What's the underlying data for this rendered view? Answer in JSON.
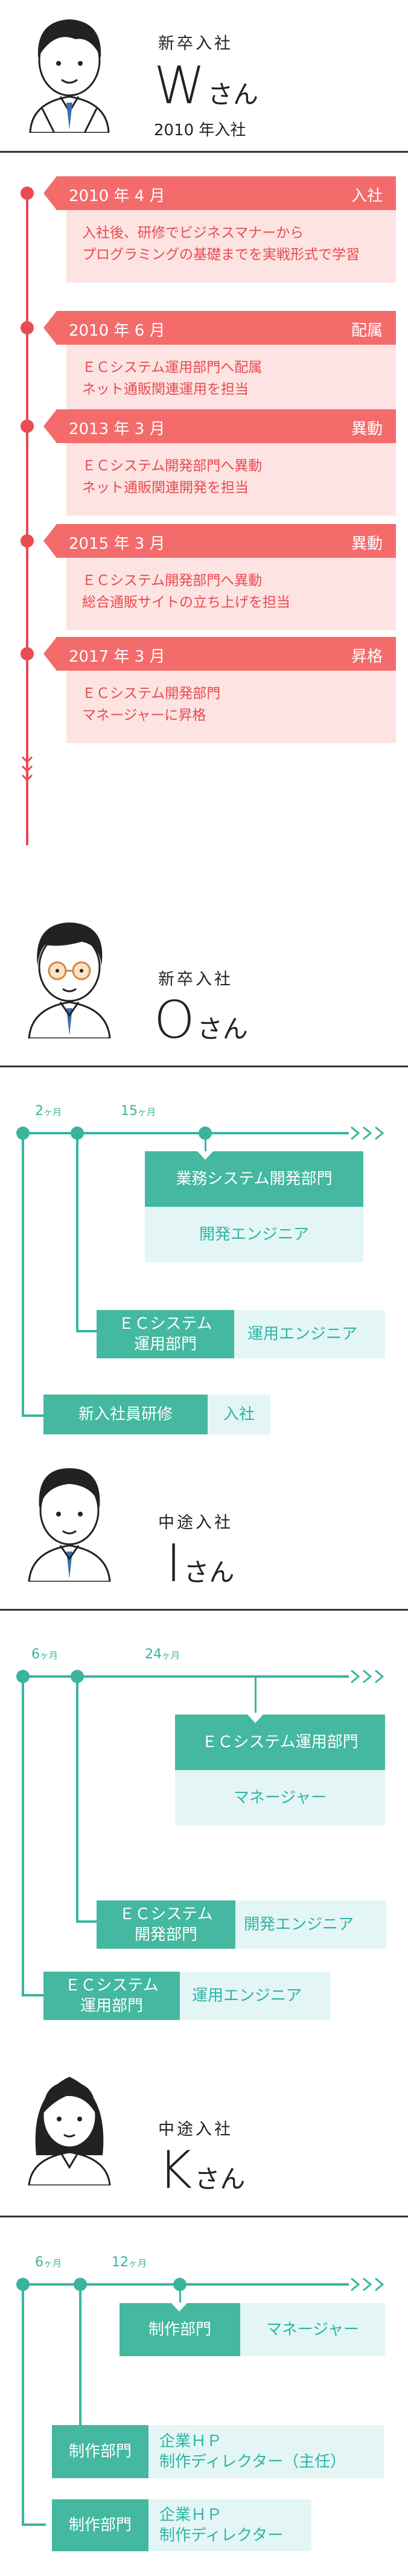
{
  "colors": {
    "accent_red": "#f46b6c",
    "red_light": "#fde3e1",
    "teal": "#38b59c",
    "teal_light": "#e3f6f5"
  },
  "w": {
    "hire_type": "新卒入社",
    "name_letter": "W",
    "name_suffix": "さん",
    "join_year": "2010 年入社",
    "events": [
      {
        "date": "2010 年 4 月",
        "type": "入社",
        "lines": [
          "入社後、研修でビジネスマナーから",
          "プログラミングの基礎までを実戦形式で学習"
        ]
      },
      {
        "date": "2010 年 6 月",
        "type": "配属",
        "lines": [
          "ＥＣシステム運用部門へ配属",
          "ネット通販関連運用を担当"
        ]
      },
      {
        "date": "2013 年 3 月",
        "type": "異動",
        "lines": [
          "ＥＣシステム開発部門へ異動",
          "ネット通販関連開発を担当"
        ]
      },
      {
        "date": "2015 年 3 月",
        "type": "異動",
        "lines": [
          "ＥＣシステム開発部門へ異動",
          "総合通販サイトの立ち上げを担当"
        ]
      },
      {
        "date": "2017 年 3 月",
        "type": "昇格",
        "lines": [
          "ＥＣシステム開発部門",
          "マネージャーに昇格"
        ]
      }
    ]
  },
  "o": {
    "hire_type": "新卒入社",
    "name_letter": "O",
    "name_suffix": "さん",
    "m1": "2",
    "m2": "15",
    "month_unit": "ヶ月",
    "top_dept": "業務システム開発部門",
    "top_role": "開発エンジニア",
    "mid_dept": [
      "ＥＣシステム",
      "運用部門"
    ],
    "mid_role": "運用エンジニア",
    "low_dept": "新入社員研修",
    "low_role": "入社"
  },
  "i": {
    "hire_type": "中途入社",
    "name_letter": "I",
    "name_suffix": "さん",
    "m1": "6",
    "m2": "24",
    "month_unit": "ヶ月",
    "top_dept": "ＥＣシステム運用部門",
    "top_role": "マネージャー",
    "mid_dept": [
      "ＥＣシステム",
      "開発部門"
    ],
    "mid_role": "開発エンジニア",
    "low_dept": [
      "ＥＣシステム",
      "運用部門"
    ],
    "low_role": "運用エンジニア"
  },
  "k": {
    "hire_type": "中途入社",
    "name_letter": "K",
    "name_suffix": "さん",
    "m1": "6",
    "m2": "12",
    "month_unit": "ヶ月",
    "top_dept": "制作部門",
    "top_role": "マネージャー",
    "mid_dept": "制作部門",
    "mid_role": [
      "企業ＨＰ",
      "制作ディレクター（主任）"
    ],
    "low_dept": "制作部門",
    "low_role": [
      "企業ＨＰ",
      "制作ディレクター"
    ]
  }
}
